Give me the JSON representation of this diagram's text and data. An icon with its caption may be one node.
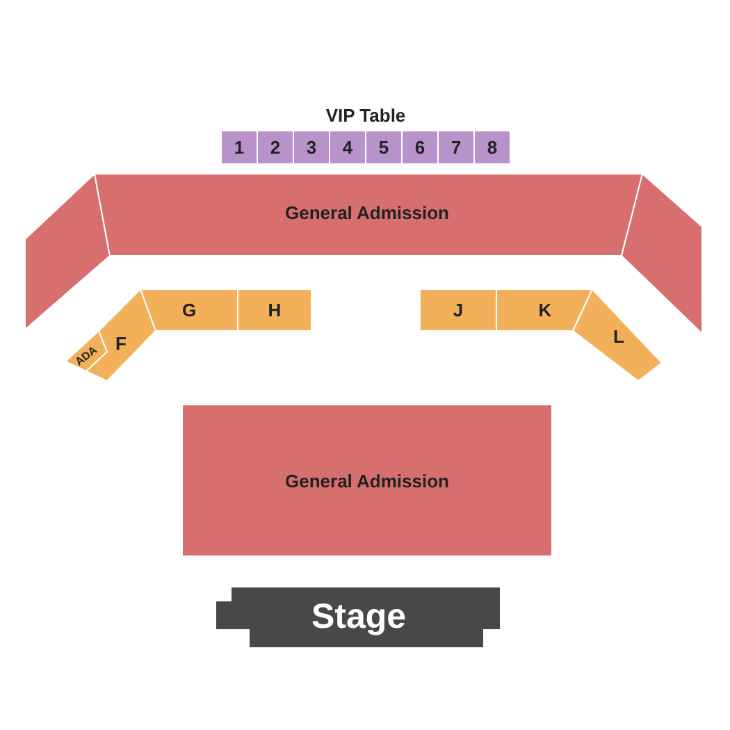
{
  "diagram": {
    "nodes": [
      {
        "text": [
          "1"
        ]
      },
      {
        "text": [
          "2"
        ]
      },
      {
        "text": [
          "3"
        ]
      },
      {
        "text": [
          "4"
        ]
      },
      {
        "text": [
          "5"
        ]
      },
      {
        "text": [
          "6"
        ]
      },
      {
        "text": [
          "7"
        ]
      },
      {
        "text": [
          "8"
        ]
      },
      {
        "text": [],
        "shape": "box"
      },
      {
        "text": [
          "General Admission"
        ]
      },
      {
        "text": [],
        "shape": "box"
      },
      {
        "text": [
          "ADA"
        ]
      },
      {
        "text": [
          "F"
        ]
      },
      {
        "text": [
          "G"
        ]
      },
      {
        "text": [
          "H"
        ]
      },
      {
        "text": [
          "J"
        ]
      },
      {
        "text": [
          "K"
        ]
      },
      {
        "text": [
          "L"
        ]
      },
      {
        "text": [
          "General Admission"
        ]
      },
      {
        "text": [
          "Stage"
        ]
      }
    ],
    "labels": [
      "VIP Table"
    ]
  }
}
